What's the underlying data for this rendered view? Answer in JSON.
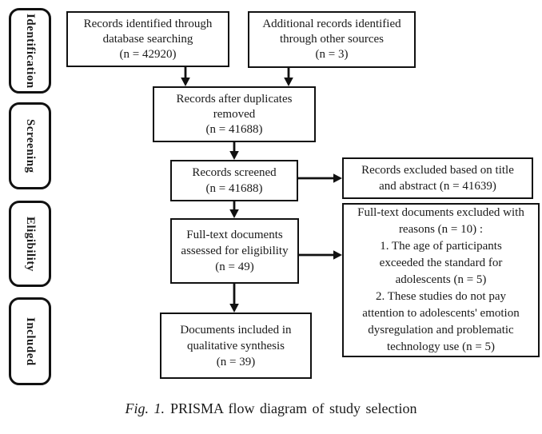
{
  "colors": {
    "ink": "#1a1a1a",
    "border": "#111111",
    "background": "#ffffff"
  },
  "sidebar": {
    "labels": [
      {
        "label": "Identification"
      },
      {
        "label": "Screening"
      },
      {
        "label": "Eligibility"
      },
      {
        "label": "Included"
      }
    ]
  },
  "boxes": [
    {
      "name": "records-identified-database",
      "lines": [
        "Records identified through",
        "database searching",
        "(n = 42920)"
      ]
    },
    {
      "name": "additional-records-other-sources",
      "lines": [
        "Additional records identified",
        "through other sources",
        "(n = 3)"
      ]
    },
    {
      "name": "records-after-duplicates-removed",
      "lines": [
        "Records after duplicates",
        "removed",
        "(n = 41688)"
      ]
    },
    {
      "name": "records-screened",
      "lines": [
        "Records screened",
        "(n = 41688)"
      ]
    },
    {
      "name": "records-excluded-title-abstract",
      "lines": [
        "Records excluded based on title",
        "and abstract (n = 41639)"
      ]
    },
    {
      "name": "fulltext-assessed-eligibility",
      "lines": [
        "Full-text documents",
        "assessed for eligibility",
        "(n = 49)"
      ]
    },
    {
      "name": "fulltext-excluded-reasons",
      "lines": [
        "Full-text documents excluded with",
        "reasons (n = 10) :",
        "1. The age of participants",
        "exceeded the standard for",
        "adolescents (n = 5)",
        "2. These studies do not pay",
        "attention to adolescents' emotion",
        "dysregulation and problematic",
        "technology use (n = 5)"
      ]
    },
    {
      "name": "documents-included-qualitative",
      "lines": [
        "Documents included in",
        "qualitative synthesis",
        "(n = 39)"
      ]
    }
  ],
  "caption": {
    "figure_label": "Fig. 1.",
    "title": "PRISMA flow diagram of study selection"
  }
}
